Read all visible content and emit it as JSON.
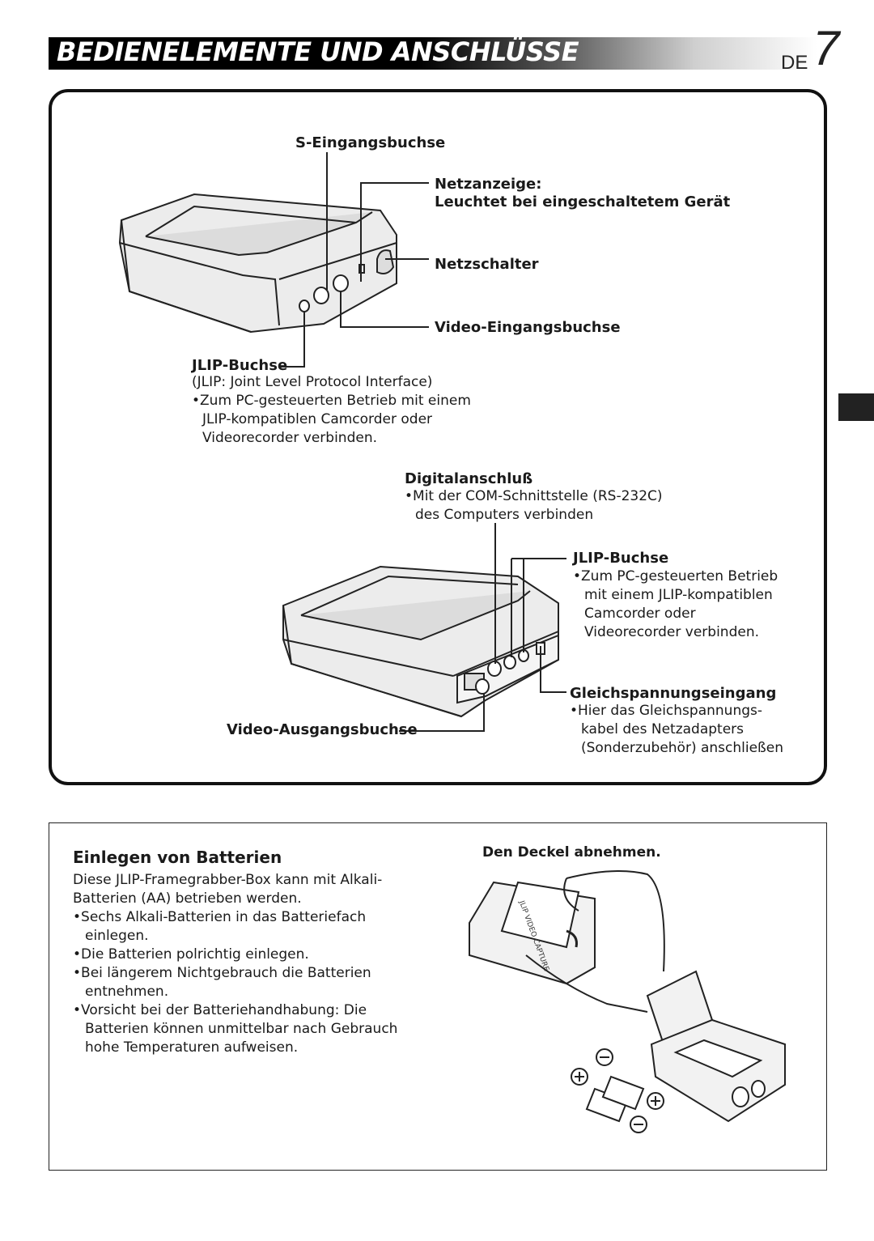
{
  "header": {
    "title": "BEDIENELEMENTE UND ANSCHLÜSSE",
    "lang": "DE",
    "page_number": "7"
  },
  "front_view": {
    "s_input": "S-Eingangsbuchse",
    "power_indicator": "Netzanzeige:",
    "power_indicator_desc": "Leuchtet bei eingeschaltetem Gerät",
    "power_switch": "Netzschalter",
    "video_input": "Video-Eingangsbuchse",
    "jlip_jack": "JLIP-Buchse",
    "jlip_desc": [
      "(JLIP: Joint Level Protocol Interface)",
      "•Zum PC-gesteuerten Betrieb mit einem",
      "JLIP-kompatiblen Camcorder oder",
      "Videorecorder verbinden."
    ]
  },
  "rear_view": {
    "digital": "Digitalanschluß",
    "digital_desc": [
      "•Mit der COM-Schnittstelle (RS-232C)",
      "des Computers verbinden"
    ],
    "jlip_jack": "JLIP-Buchse",
    "jlip_desc": [
      "•Zum PC-gesteuerten Betrieb",
      "mit einem JLIP-kompatiblen",
      "Camcorder oder",
      "Videorecorder verbinden."
    ],
    "dc_input": "Gleichspannungseingang",
    "dc_desc": [
      "•Hier das Gleichspannungs-",
      "kabel des Netzadapters",
      "(Sonderzubehör) anschließen"
    ],
    "video_output": "Video-Ausgangsbuchse"
  },
  "batteries": {
    "heading": "Einlegen von Batterien",
    "intro": [
      "Diese JLIP-Framegrabber-Box kann mit Alkali-",
      "Batterien (AA) betrieben werden."
    ],
    "bullets": [
      "•Sechs Alkali-Batterien in das Batteriefach",
      "einlegen.",
      "•Die Batterien polrichtig einlegen.",
      "•Bei längerem Nichtgebrauch die Batterien",
      "entnehmen.",
      "•Vorsicht bei der Batteriehandhabung: Die",
      "Batterien können unmittelbar nach Gebrauch",
      "hohe Temperaturen aufweisen."
    ],
    "step_label": "Den Deckel abnehmen.",
    "device_print": "JLIP VIDEO CAPTURE"
  }
}
